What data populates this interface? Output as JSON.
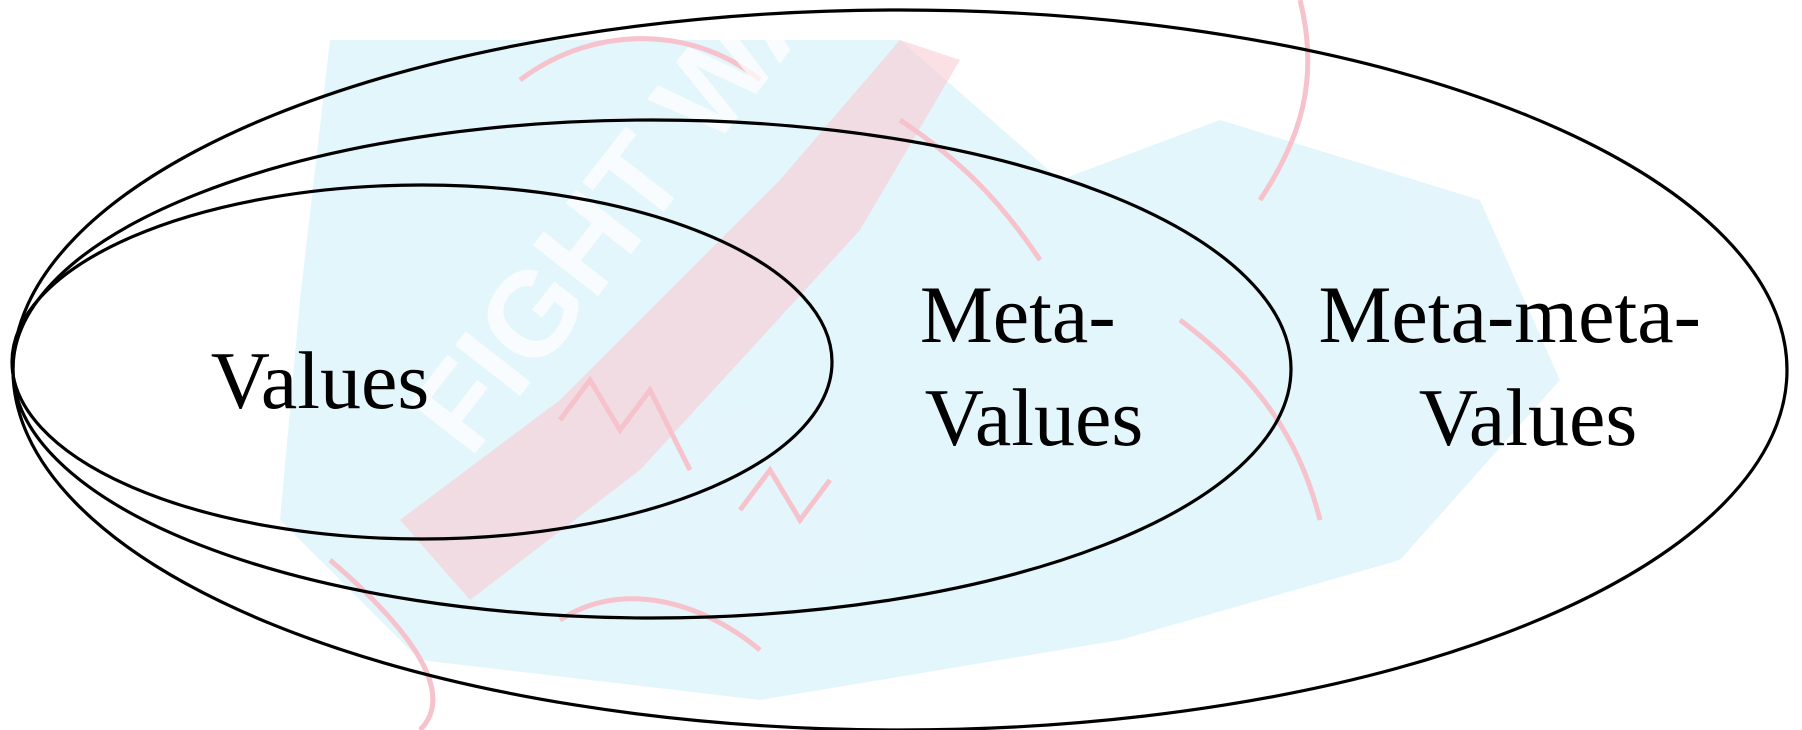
{
  "diagram": {
    "type": "nested-ellipses",
    "levels": [
      {
        "id": "values",
        "label_lines": [
          "Values"
        ]
      },
      {
        "id": "meta-values",
        "label_lines": [
          "Meta-",
          "Values"
        ]
      },
      {
        "id": "meta-meta-values",
        "label_lines": [
          "Meta-meta-",
          "Values"
        ]
      }
    ]
  },
  "background": {
    "watermark_text": "FIGHT WAS",
    "colors": {
      "cyan": "#dff5fb",
      "pink": "#f7c6cf"
    }
  },
  "colors": {
    "stroke": "#000000",
    "text": "#000000",
    "page": "#ffffff"
  }
}
